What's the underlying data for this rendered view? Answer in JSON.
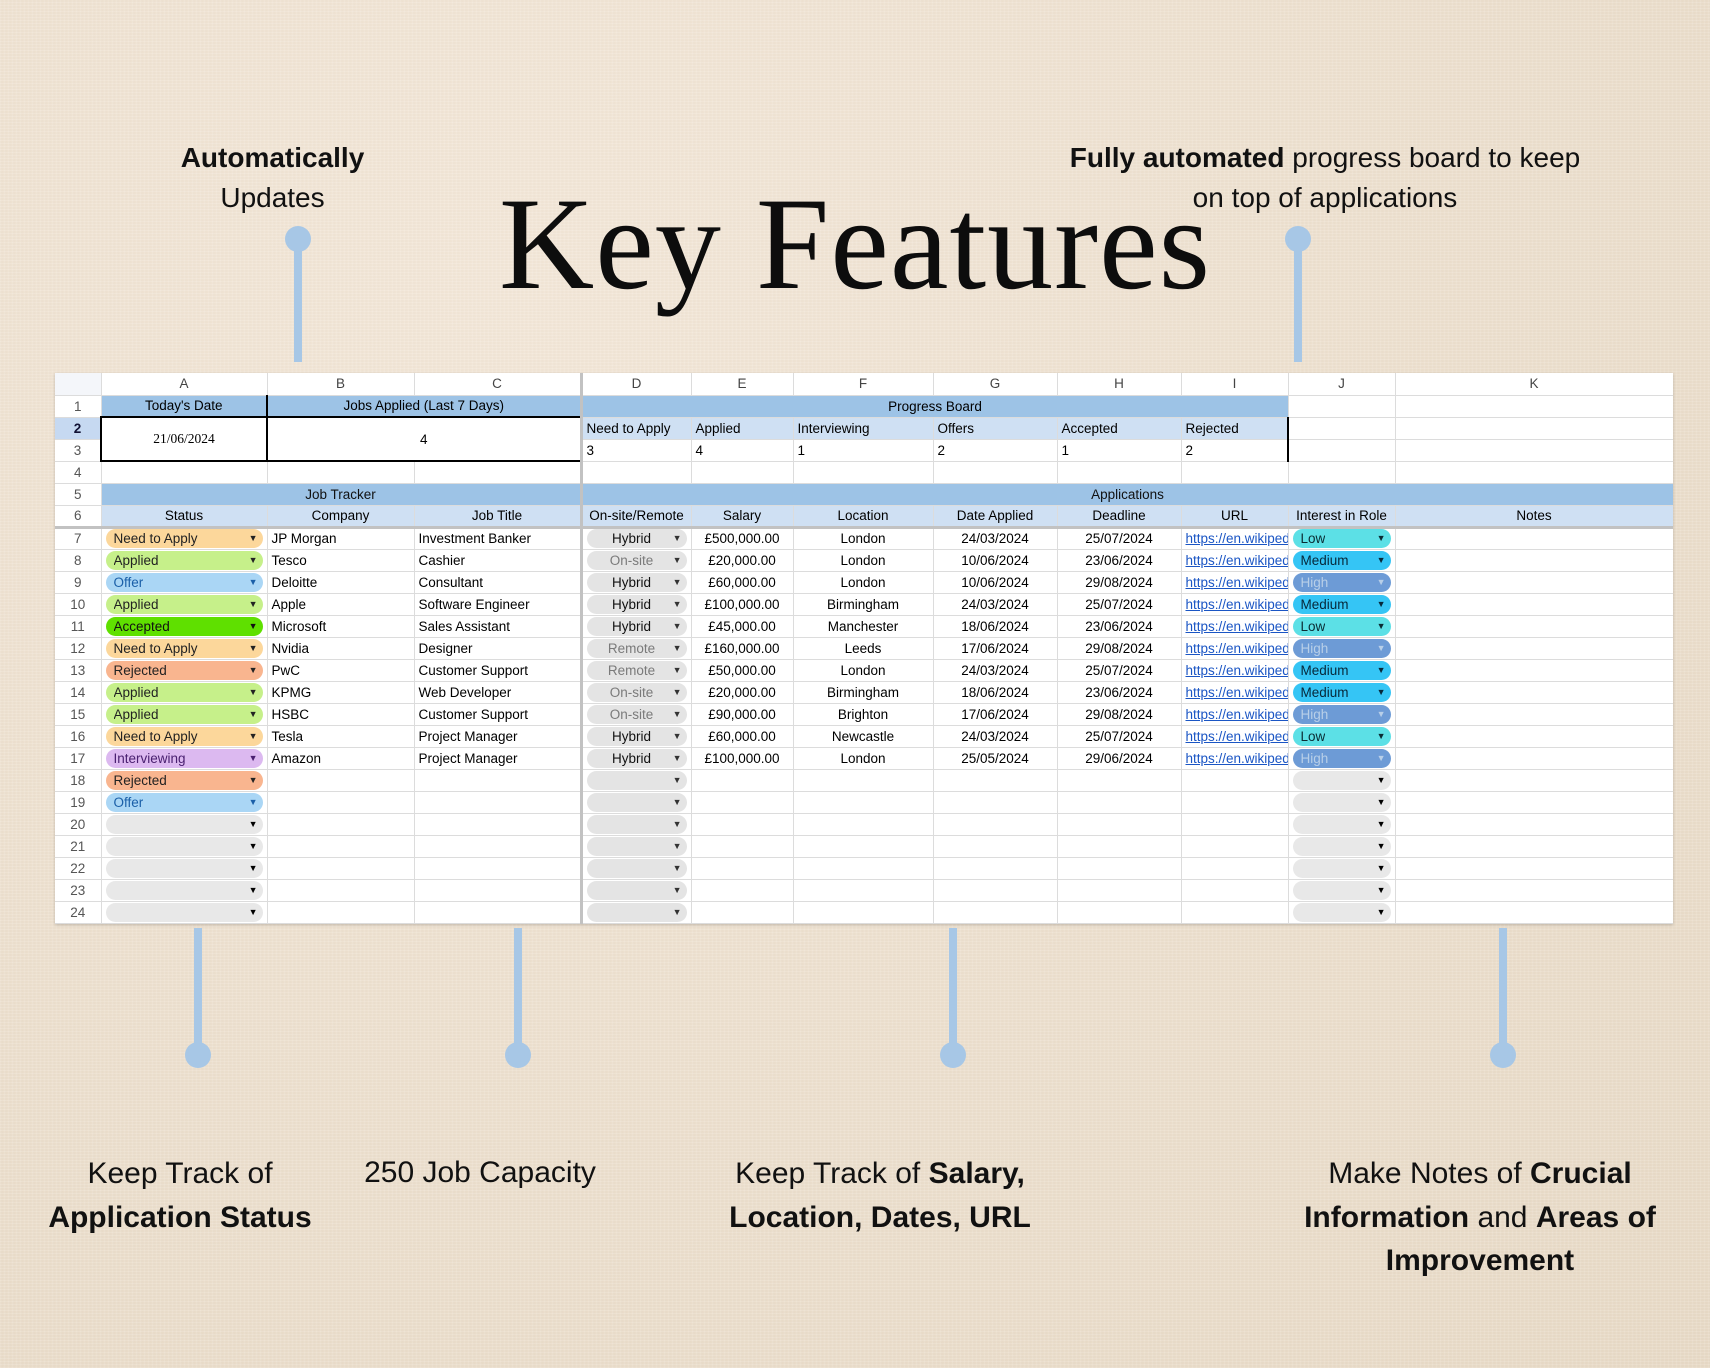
{
  "title": "Key Features",
  "theme": {
    "background": "#efe2d0",
    "accent": "#a7c7e6",
    "header_blue": "#9dc3e6",
    "subheader_blue": "#cfe0f3"
  },
  "callouts": {
    "auto_updates": {
      "bold": "Automatically",
      "rest": "Updates"
    },
    "progress_board": {
      "bold": "Fully automated",
      "rest": "progress board to keep on top of applications"
    },
    "application_status": {
      "plain": "Keep Track of",
      "bold": "Application Status"
    },
    "capacity": {
      "plain": "250 Job Capacity"
    },
    "salary": {
      "plain": "Keep Track of",
      "bold": "Salary, Location, Dates, URL"
    },
    "notes": {
      "plain1": "Make Notes of",
      "bold1": "Crucial Information",
      "plain2": "and",
      "bold2": "Areas of Improvement"
    }
  },
  "spreadsheet": {
    "column_letters": [
      "A",
      "B",
      "C",
      "D",
      "E",
      "F",
      "G",
      "H",
      "I",
      "J",
      "K"
    ],
    "row_numbers": [
      "1",
      "2",
      "3",
      "4",
      "5",
      "6",
      "7",
      "8",
      "9",
      "10",
      "11",
      "12",
      "13",
      "14",
      "15",
      "16",
      "17",
      "18",
      "19",
      "20",
      "21",
      "22",
      "23",
      "24"
    ],
    "selected_row": "2",
    "summary": {
      "todays_date_label": "Today's Date",
      "todays_date_value": "21/06/2024",
      "jobs_applied_label": "Jobs Applied (Last 7 Days)",
      "jobs_applied_value": "4"
    },
    "progress_board": {
      "title": "Progress Board",
      "items": [
        {
          "label": "Need to Apply",
          "value": "3"
        },
        {
          "label": "Applied",
          "value": "4"
        },
        {
          "label": "Interviewing",
          "value": "1"
        },
        {
          "label": "Offers",
          "value": "2"
        },
        {
          "label": "Accepted",
          "value": "1"
        },
        {
          "label": "Rejected",
          "value": "2"
        }
      ]
    },
    "section_titles": {
      "left": "Job Tracker",
      "right": "Applications"
    },
    "headers": {
      "status": "Status",
      "company": "Company",
      "job_title": "Job Title",
      "mode": "On-site/Remote",
      "salary": "Salary",
      "location": "Location",
      "date_applied": "Date Applied",
      "deadline": "Deadline",
      "url": "URL",
      "interest": "Interest in Role",
      "notes": "Notes"
    },
    "url_display": "https://en.wikiped",
    "dropdown_arrow": "▼",
    "rows": [
      {
        "row": "7",
        "status": "Need to Apply",
        "status_key": "need",
        "company": "JP Morgan",
        "job_title": "Investment Banker",
        "mode": "Hybrid",
        "mode_key": "hybrid",
        "salary": "£500,000.00",
        "location": "London",
        "date_applied": "24/03/2024",
        "deadline": "25/07/2024",
        "url": "https://en.wikiped",
        "interest": "Low",
        "interest_key": "low",
        "notes": ""
      },
      {
        "row": "8",
        "status": "Applied",
        "status_key": "applied",
        "company": "Tesco",
        "job_title": "Cashier",
        "mode": "On-site",
        "mode_key": "onsite",
        "salary": "£20,000.00",
        "location": "London",
        "date_applied": "10/06/2024",
        "deadline": "23/06/2024",
        "url": "https://en.wikiped",
        "interest": "Medium",
        "interest_key": "medium",
        "notes": ""
      },
      {
        "row": "9",
        "status": "Offer",
        "status_key": "offer",
        "company": "Deloitte",
        "job_title": "Consultant",
        "mode": "Hybrid",
        "mode_key": "hybrid",
        "salary": "£60,000.00",
        "location": "London",
        "date_applied": "10/06/2024",
        "deadline": "29/08/2024",
        "url": "https://en.wikiped",
        "interest": "High",
        "interest_key": "high",
        "notes": ""
      },
      {
        "row": "10",
        "status": "Applied",
        "status_key": "applied",
        "company": "Apple",
        "job_title": "Software Engineer",
        "mode": "Hybrid",
        "mode_key": "hybrid",
        "salary": "£100,000.00",
        "location": "Birmingham",
        "date_applied": "24/03/2024",
        "deadline": "25/07/2024",
        "url": "https://en.wikiped",
        "interest": "Medium",
        "interest_key": "medium",
        "notes": ""
      },
      {
        "row": "11",
        "status": "Accepted",
        "status_key": "accepted",
        "company": "Microsoft",
        "job_title": "Sales Assistant",
        "mode": "Hybrid",
        "mode_key": "hybrid",
        "salary": "£45,000.00",
        "location": "Manchester",
        "date_applied": "18/06/2024",
        "deadline": "23/06/2024",
        "url": "https://en.wikiped",
        "interest": "Low",
        "interest_key": "low",
        "notes": ""
      },
      {
        "row": "12",
        "status": "Need to Apply",
        "status_key": "need",
        "company": "Nvidia",
        "job_title": "Designer",
        "mode": "Remote",
        "mode_key": "remote",
        "salary": "£160,000.00",
        "location": "Leeds",
        "date_applied": "17/06/2024",
        "deadline": "29/08/2024",
        "url": "https://en.wikiped",
        "interest": "High",
        "interest_key": "high",
        "notes": ""
      },
      {
        "row": "13",
        "status": "Rejected",
        "status_key": "rejected",
        "company": "PwC",
        "job_title": "Customer Support",
        "mode": "Remote",
        "mode_key": "remote",
        "salary": "£50,000.00",
        "location": "London",
        "date_applied": "24/03/2024",
        "deadline": "25/07/2024",
        "url": "https://en.wikiped",
        "interest": "Medium",
        "interest_key": "medium",
        "notes": ""
      },
      {
        "row": "14",
        "status": "Applied",
        "status_key": "applied",
        "company": "KPMG",
        "job_title": "Web Developer",
        "mode": "On-site",
        "mode_key": "onsite",
        "salary": "£20,000.00",
        "location": "Birmingham",
        "date_applied": "18/06/2024",
        "deadline": "23/06/2024",
        "url": "https://en.wikiped",
        "interest": "Medium",
        "interest_key": "medium",
        "notes": ""
      },
      {
        "row": "15",
        "status": "Applied",
        "status_key": "applied",
        "company": "HSBC",
        "job_title": "Customer Support",
        "mode": "On-site",
        "mode_key": "onsite",
        "salary": "£90,000.00",
        "location": "Brighton",
        "date_applied": "17/06/2024",
        "deadline": "29/08/2024",
        "url": "https://en.wikiped",
        "interest": "High",
        "interest_key": "high",
        "notes": ""
      },
      {
        "row": "16",
        "status": "Need to Apply",
        "status_key": "need",
        "company": "Tesla",
        "job_title": "Project Manager",
        "mode": "Hybrid",
        "mode_key": "hybrid",
        "salary": "£60,000.00",
        "location": "Newcastle",
        "date_applied": "24/03/2024",
        "deadline": "25/07/2024",
        "url": "https://en.wikiped",
        "interest": "Low",
        "interest_key": "low",
        "notes": ""
      },
      {
        "row": "17",
        "status": "Interviewing",
        "status_key": "interviewing",
        "company": "Amazon",
        "job_title": "Project Manager",
        "mode": "Hybrid",
        "mode_key": "hybrid",
        "salary": "£100,000.00",
        "location": "London",
        "date_applied": "25/05/2024",
        "deadline": "29/06/2024",
        "url": "https://en.wikiped",
        "interest": "High",
        "interest_key": "high",
        "notes": ""
      },
      {
        "row": "18",
        "status": "Rejected",
        "status_key": "rejected",
        "company": "",
        "job_title": "",
        "mode": "",
        "mode_key": "empty",
        "salary": "",
        "location": "",
        "date_applied": "",
        "deadline": "",
        "url": "",
        "interest": "",
        "interest_key": "empty",
        "notes": ""
      },
      {
        "row": "19",
        "status": "Offer",
        "status_key": "offer",
        "company": "",
        "job_title": "",
        "mode": "",
        "mode_key": "empty",
        "salary": "",
        "location": "",
        "date_applied": "",
        "deadline": "",
        "url": "",
        "interest": "",
        "interest_key": "empty",
        "notes": ""
      },
      {
        "row": "20",
        "status": "",
        "status_key": "empty",
        "company": "",
        "job_title": "",
        "mode": "",
        "mode_key": "empty",
        "salary": "",
        "location": "",
        "date_applied": "",
        "deadline": "",
        "url": "",
        "interest": "",
        "interest_key": "empty",
        "notes": ""
      },
      {
        "row": "21",
        "status": "",
        "status_key": "empty",
        "company": "",
        "job_title": "",
        "mode": "",
        "mode_key": "empty",
        "salary": "",
        "location": "",
        "date_applied": "",
        "deadline": "",
        "url": "",
        "interest": "",
        "interest_key": "empty",
        "notes": ""
      },
      {
        "row": "22",
        "status": "",
        "status_key": "empty",
        "company": "",
        "job_title": "",
        "mode": "",
        "mode_key": "empty",
        "salary": "",
        "location": "",
        "date_applied": "",
        "deadline": "",
        "url": "",
        "interest": "",
        "interest_key": "empty",
        "notes": ""
      },
      {
        "row": "23",
        "status": "",
        "status_key": "empty",
        "company": "",
        "job_title": "",
        "mode": "",
        "mode_key": "empty",
        "salary": "",
        "location": "",
        "date_applied": "",
        "deadline": "",
        "url": "",
        "interest": "",
        "interest_key": "empty",
        "notes": ""
      },
      {
        "row": "24",
        "status": "",
        "status_key": "empty",
        "company": "",
        "job_title": "",
        "mode": "",
        "mode_key": "empty",
        "salary": "",
        "location": "",
        "date_applied": "",
        "deadline": "",
        "url": "",
        "interest": "",
        "interest_key": "empty",
        "notes": ""
      }
    ]
  }
}
